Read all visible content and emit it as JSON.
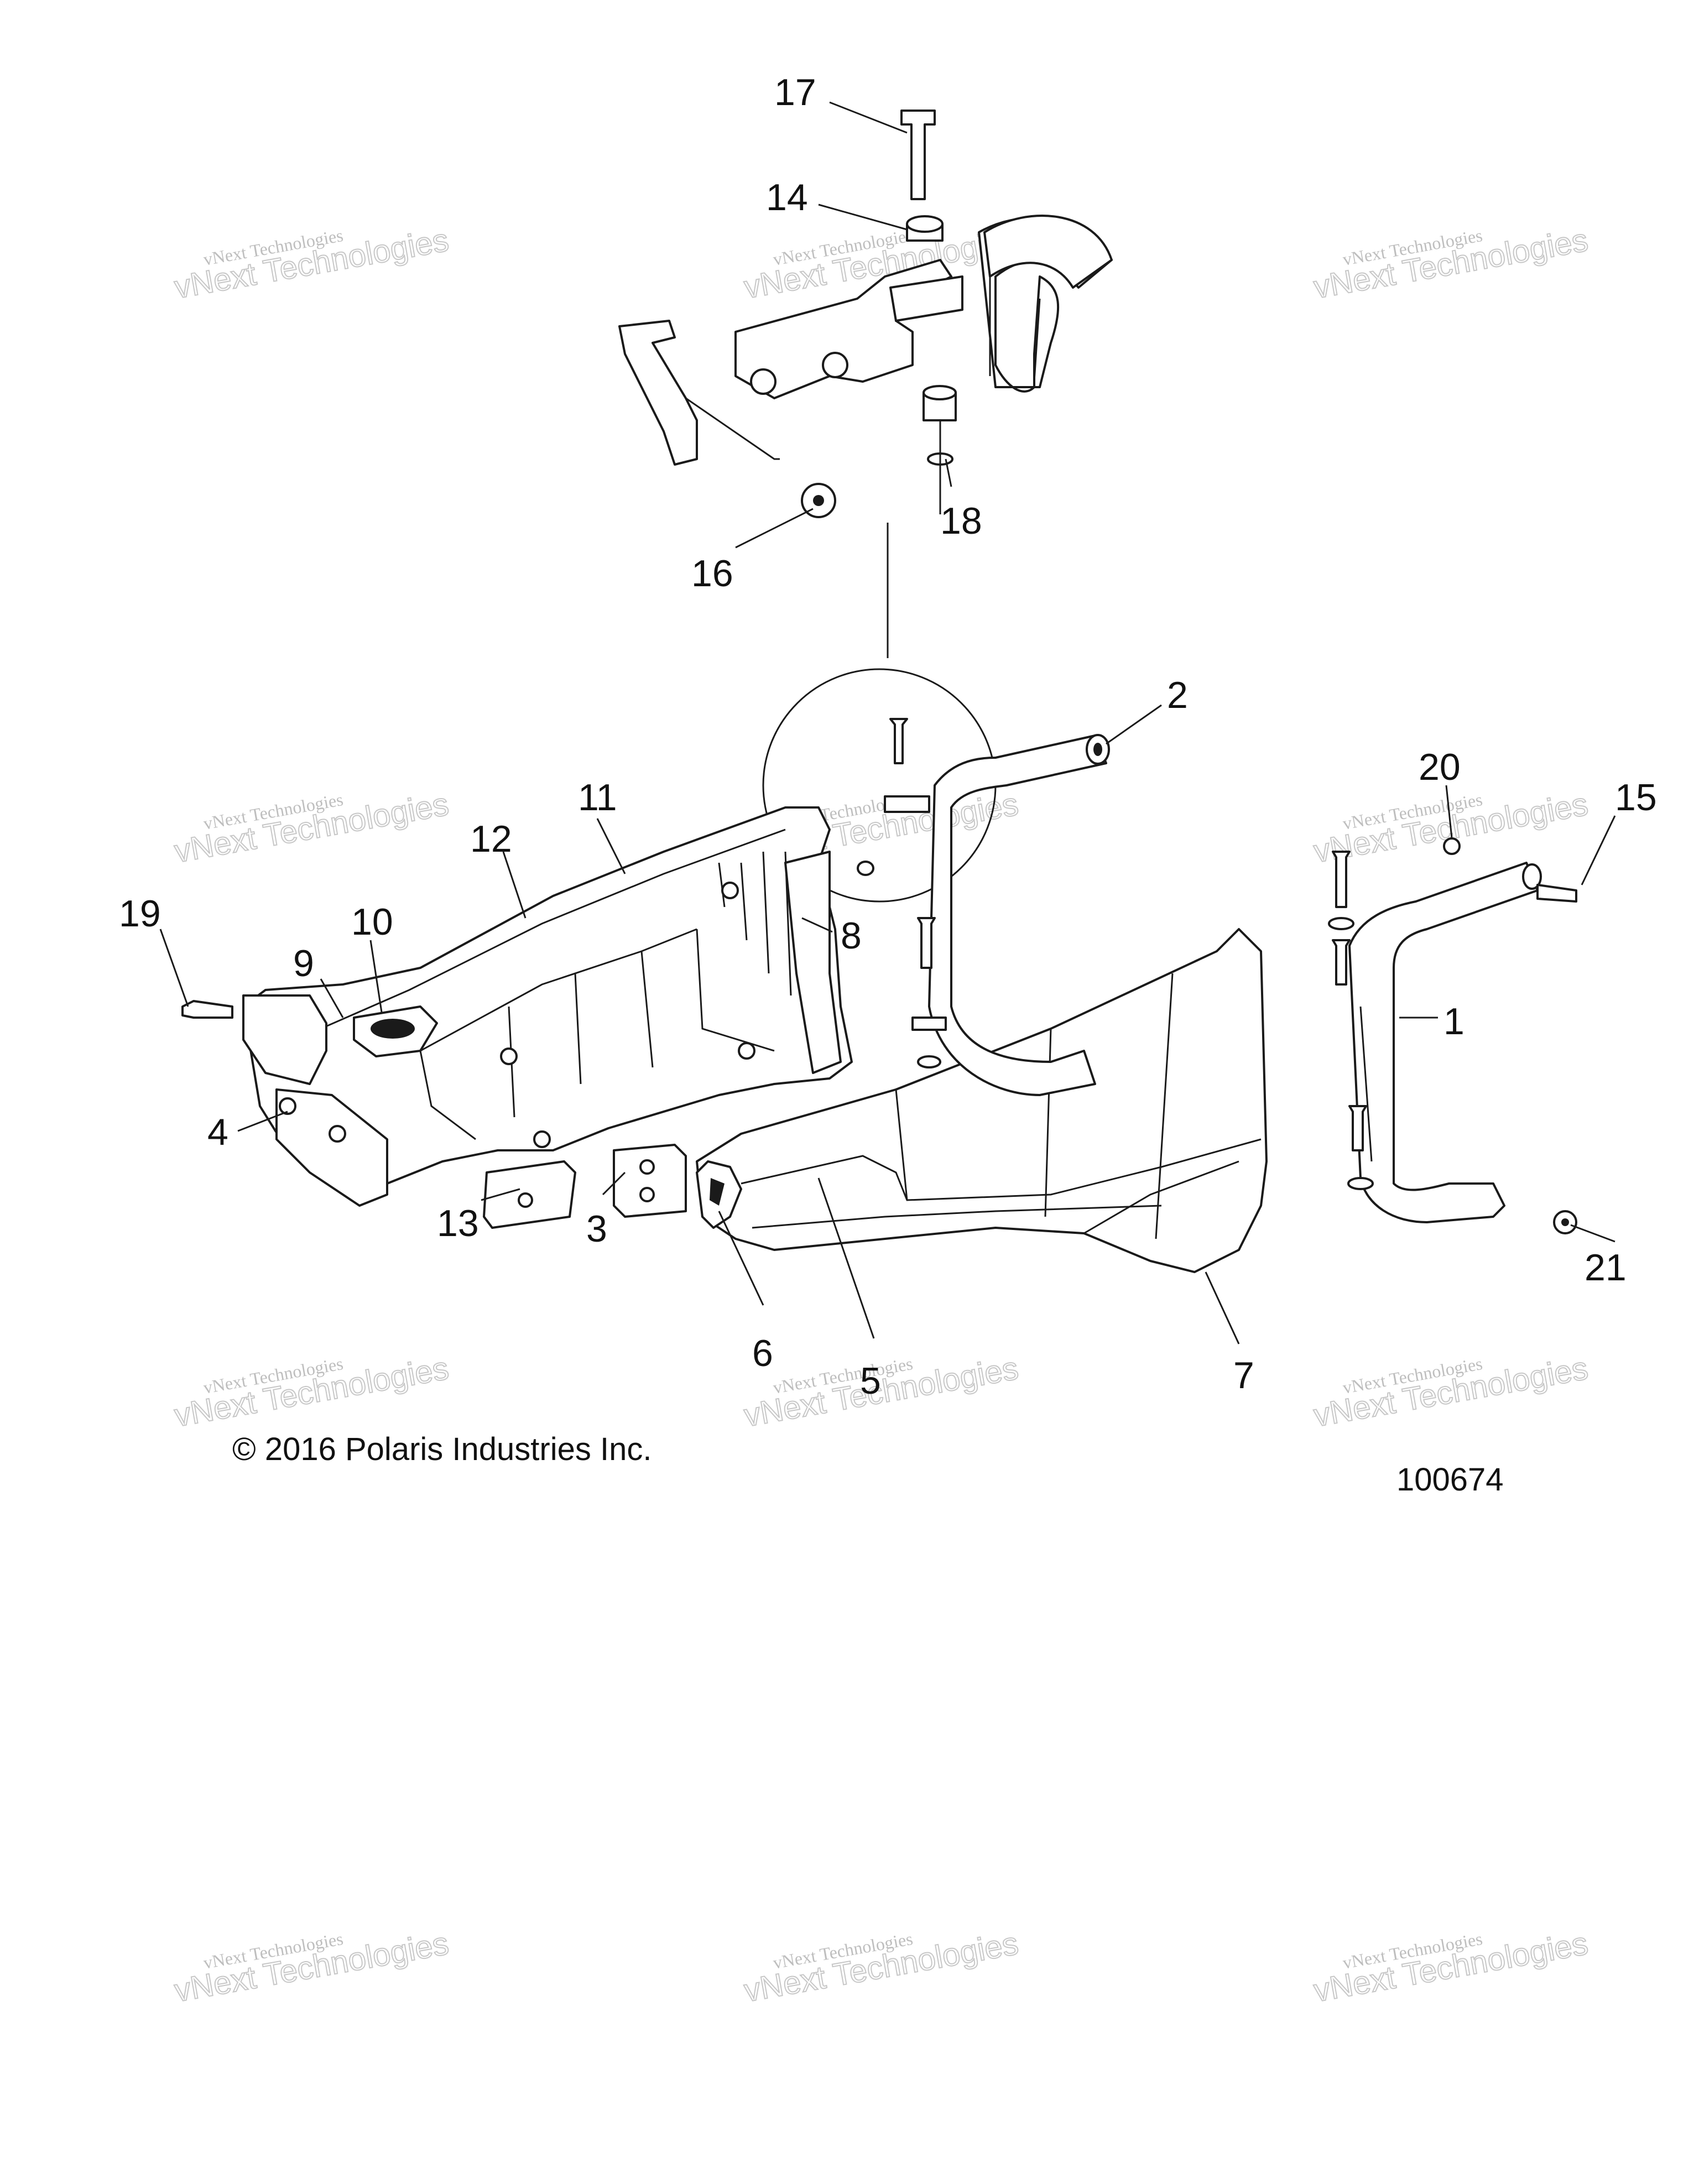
{
  "callouts": [
    {
      "id": "17",
      "text": "17"
    },
    {
      "id": "14",
      "text": "14"
    },
    {
      "id": "16",
      "text": "16"
    },
    {
      "id": "18",
      "text": "18"
    },
    {
      "id": "2",
      "text": "2"
    },
    {
      "id": "20",
      "text": "20"
    },
    {
      "id": "15",
      "text": "15"
    },
    {
      "id": "11",
      "text": "11"
    },
    {
      "id": "12",
      "text": "12"
    },
    {
      "id": "8",
      "text": "8"
    },
    {
      "id": "19",
      "text": "19"
    },
    {
      "id": "10",
      "text": "10"
    },
    {
      "id": "9",
      "text": "9"
    },
    {
      "id": "1",
      "text": "1"
    },
    {
      "id": "4",
      "text": "4"
    },
    {
      "id": "13",
      "text": "13"
    },
    {
      "id": "3",
      "text": "3"
    },
    {
      "id": "21",
      "text": "21"
    },
    {
      "id": "6",
      "text": "6"
    },
    {
      "id": "5",
      "text": "5"
    },
    {
      "id": "7",
      "text": "7"
    }
  ],
  "copyright": "© 2016 Polaris Industries Inc.",
  "diagram_number": "100674",
  "watermark": {
    "line1": "vNext Technologies",
    "line2": "vNext Technologies"
  },
  "colors": {
    "ink": "#1a1a1a",
    "watermark": "#9a9a9a",
    "background": "#ffffff"
  }
}
